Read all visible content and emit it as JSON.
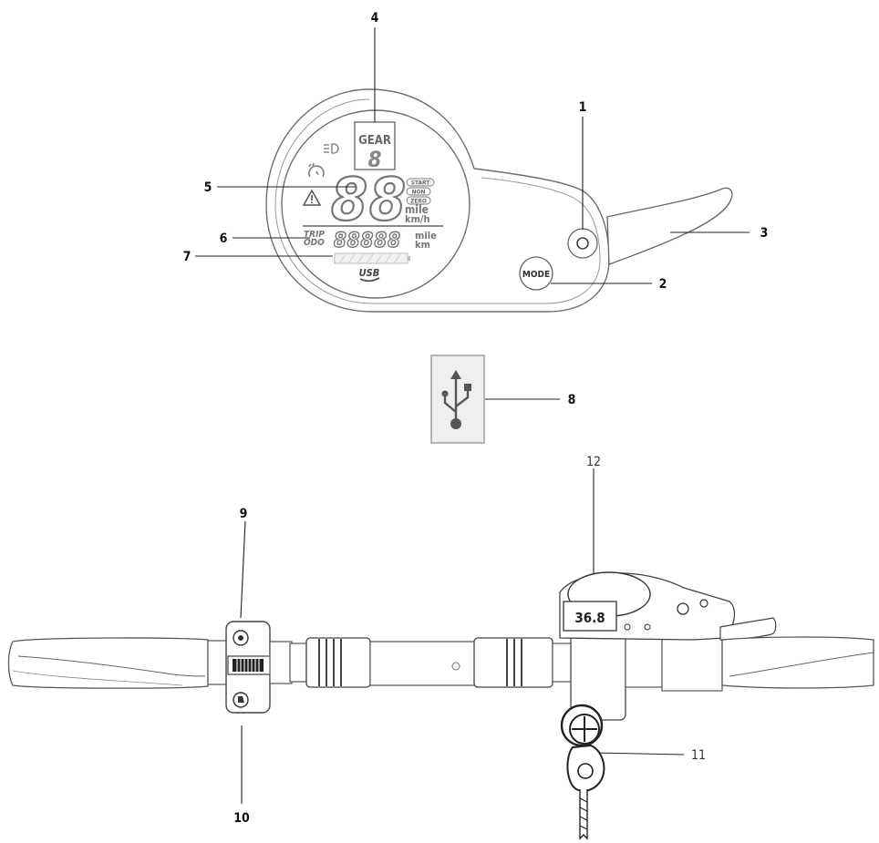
{
  "callouts": {
    "c1": "1",
    "c2": "2",
    "c3": "3",
    "c4": "4",
    "c5": "5",
    "c6": "6",
    "c7": "7",
    "c8": "8",
    "c9": "9",
    "c10": "10",
    "c11": "11",
    "c12": "12"
  },
  "display": {
    "gear_label": "GEAR",
    "gear_digit": "8",
    "speed_digits": "88",
    "start_badge": "START",
    "non_badge": "NON",
    "zero_badge": "ZERO",
    "speed_unit_mile": "mile",
    "speed_unit_kmh": "km/h",
    "trip_label": "TRIP",
    "odo_label": "ODO",
    "odometer_digits": "88888",
    "odo_unit_mile": "mile",
    "odo_unit_km": "km",
    "usb_label": "USB",
    "mode_button_label": "MODE"
  },
  "handlebar": {
    "mini_display_value": "36.8"
  },
  "icons": {
    "headlight": "headlight-icon",
    "cruise": "cruise-control-icon",
    "warning": "warning-icon",
    "usb": "usb-icon",
    "power": "power-icon"
  }
}
